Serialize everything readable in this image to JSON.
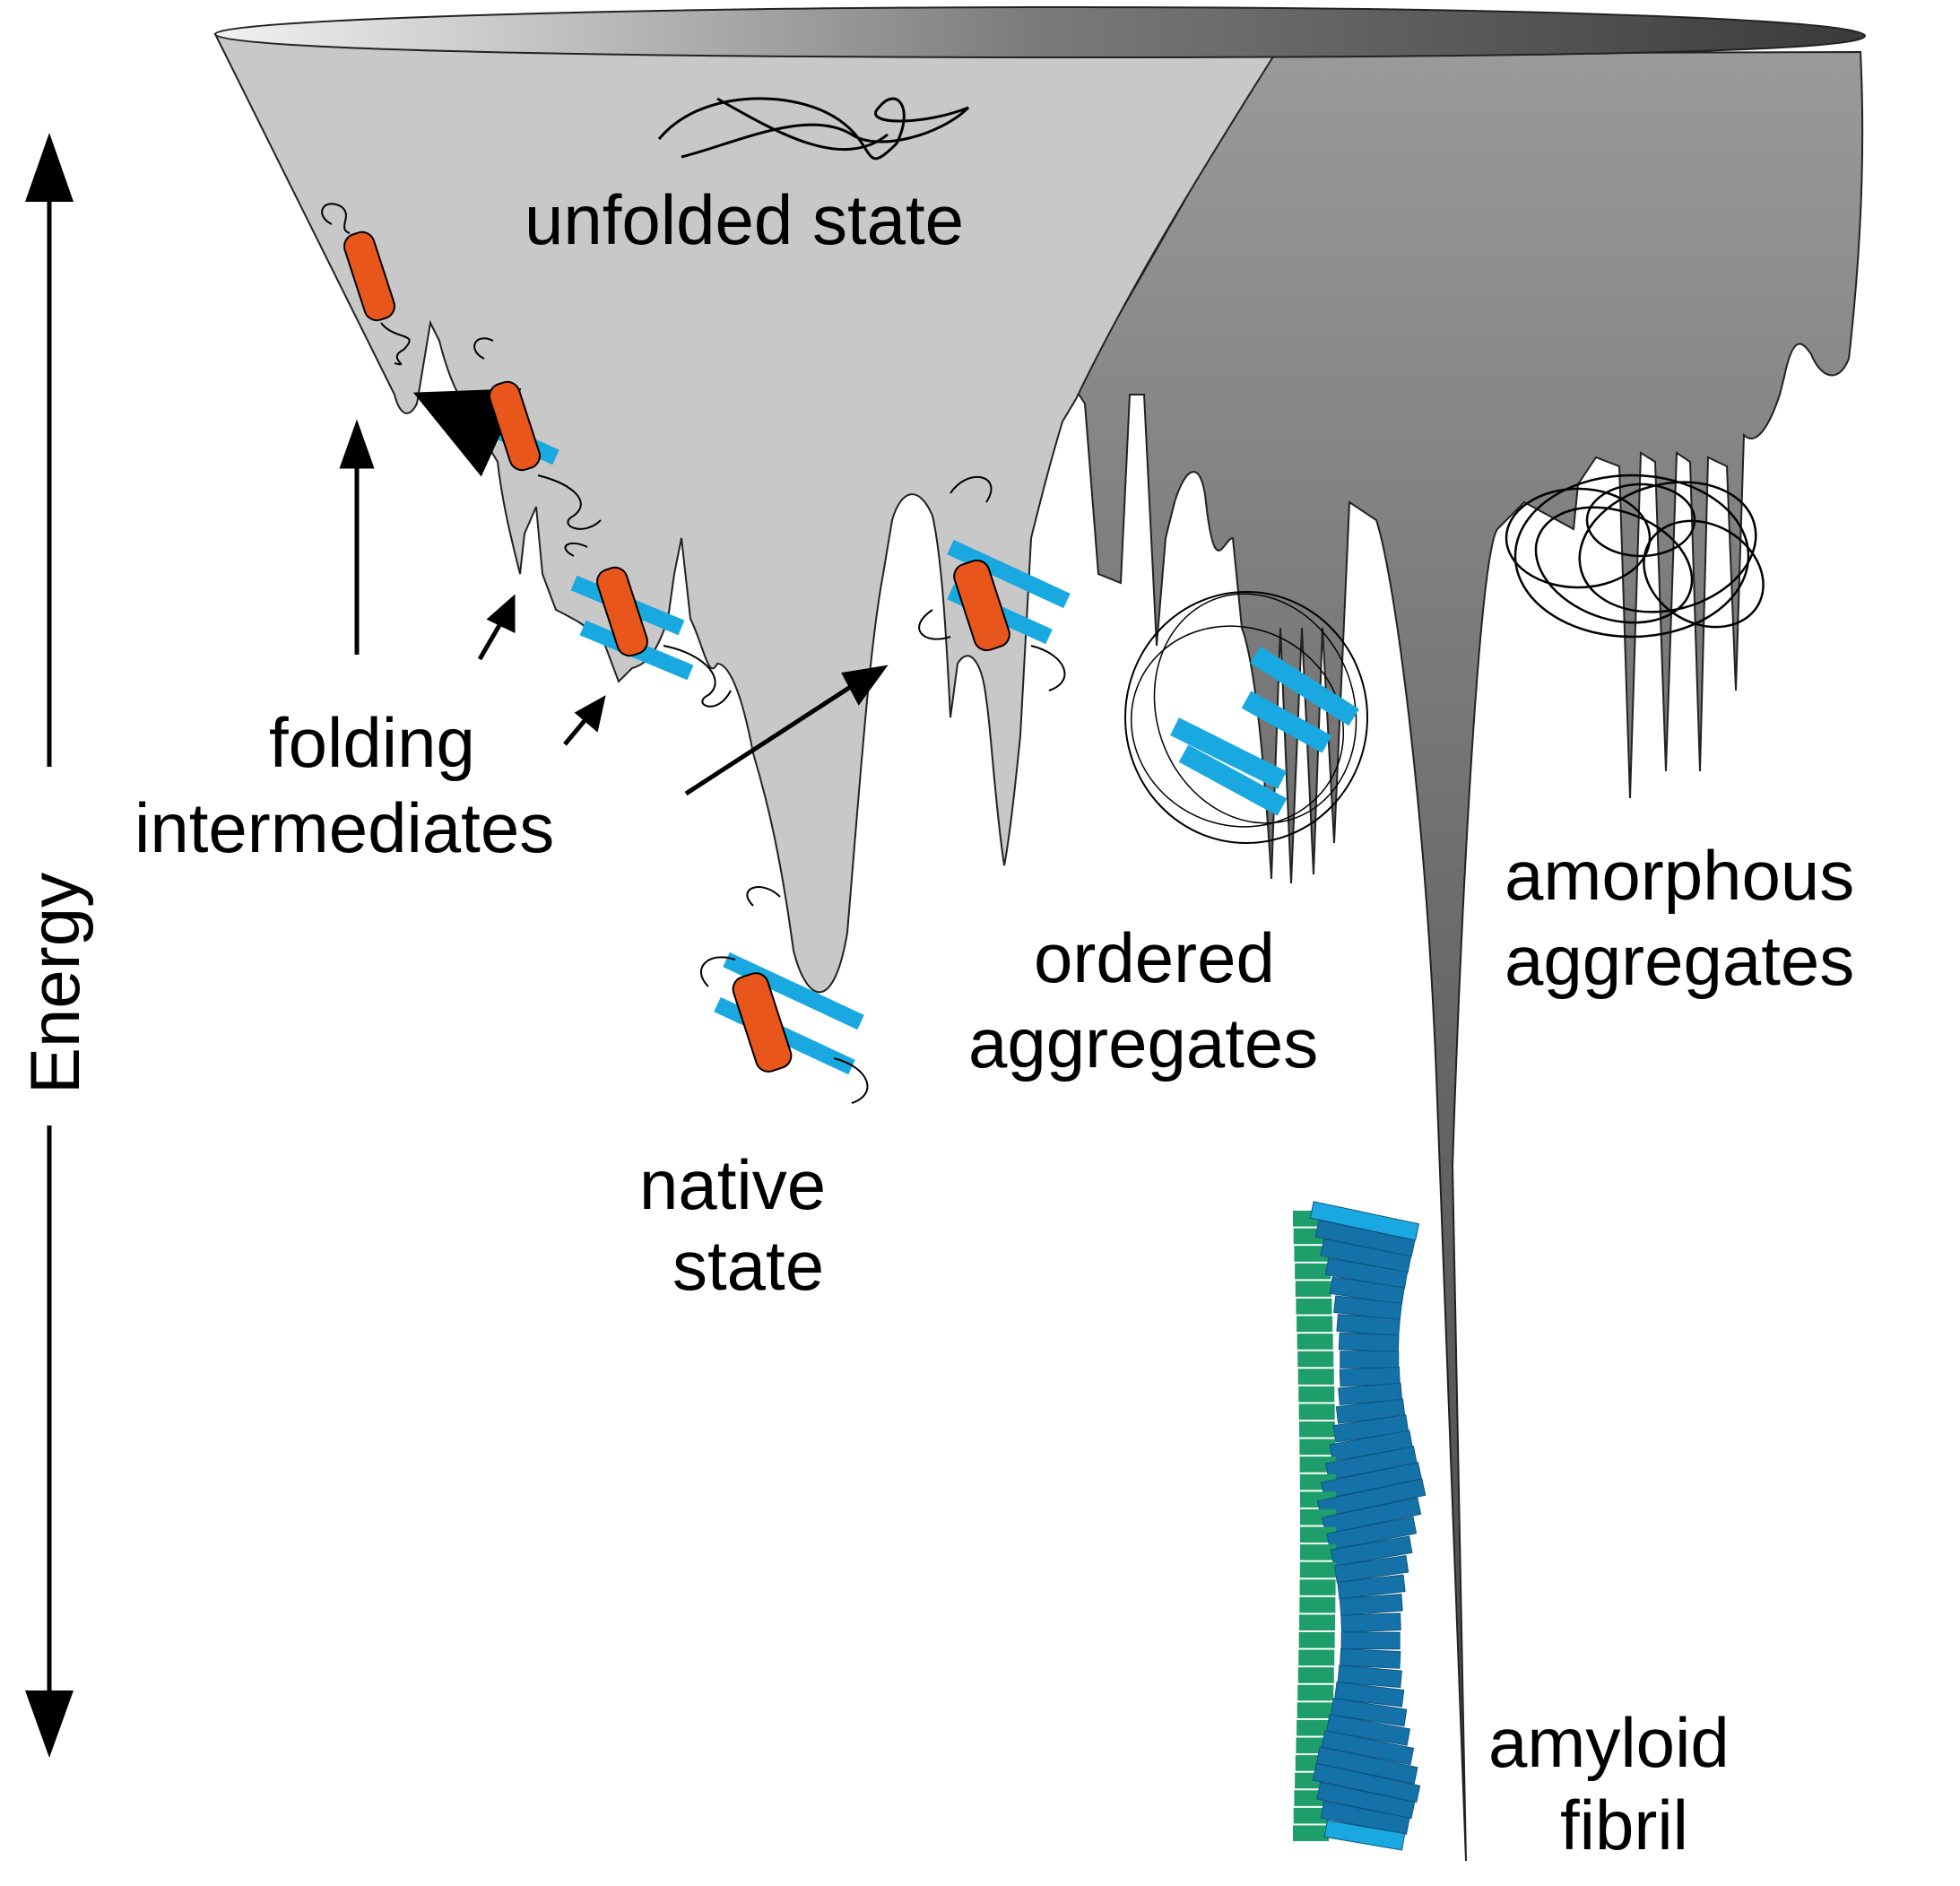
{
  "labels": {
    "unfolded_state": "unfolded state",
    "folding": "folding",
    "intermediates": "intermediates",
    "energy": "Energy",
    "native": "native",
    "native_state": "state",
    "ordered": "ordered",
    "ordered_aggregates": "aggregates",
    "amorphous": "amorphous",
    "amorphous_aggregates": "aggregates",
    "amyloid": "amyloid",
    "fibril": "fibril"
  },
  "colors": {
    "funnel_light": "#c9c9c9",
    "funnel_dark": "#6e6e6e",
    "helix": "#e8561c",
    "strand": "#19a9e0",
    "fibril_green": "#1e9e6a",
    "fibril_blue": "#1572a8",
    "ink": "#000000"
  }
}
